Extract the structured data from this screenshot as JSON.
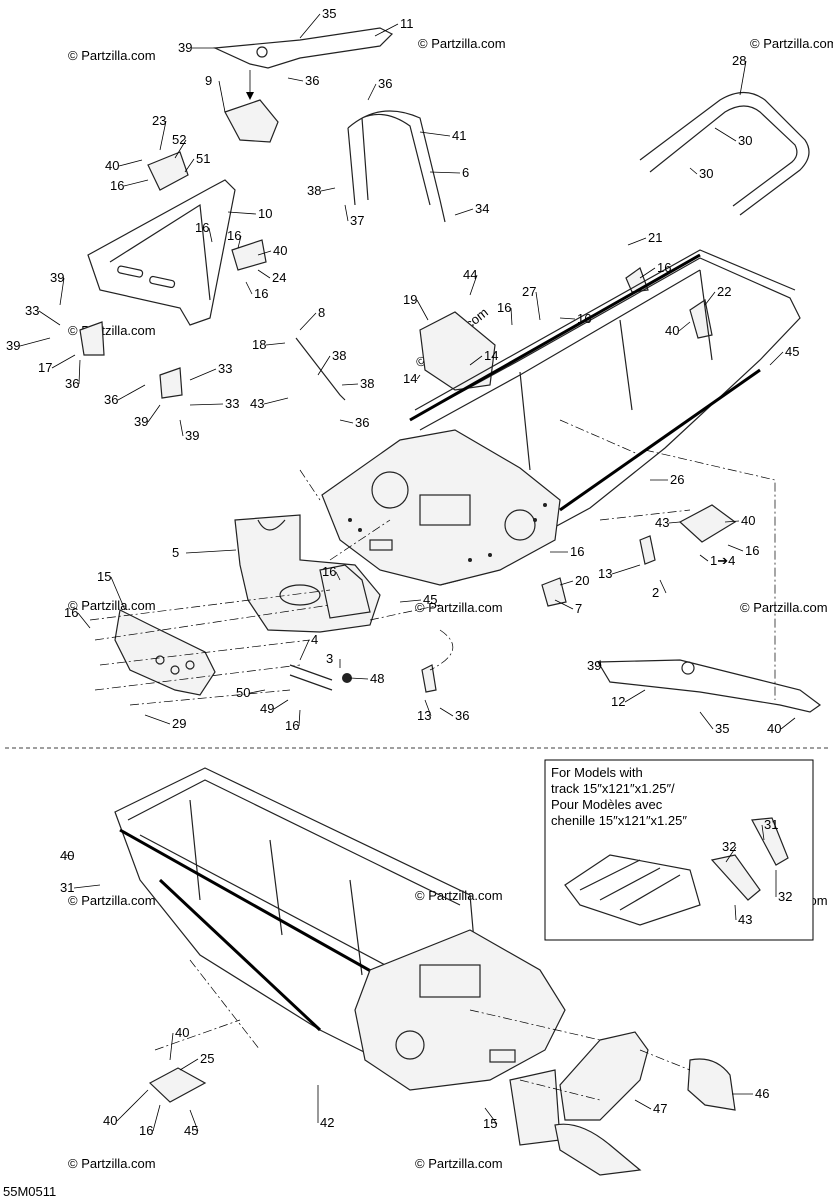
{
  "diagram": {
    "watermark": "© Partzilla.com",
    "diagram_code": "55M0511",
    "note_lines": [
      "For Models with",
      "track 15″x121″x1.25″/",
      "Pour Modèles avec",
      "chenille 15″x121″x1.25″"
    ],
    "callouts": [
      "35",
      "11",
      "39",
      "36",
      "9",
      "36",
      "41",
      "6",
      "38",
      "37",
      "34",
      "28",
      "30",
      "30",
      "23",
      "52",
      "40",
      "16",
      "51",
      "10",
      "16",
      "16",
      "40",
      "24",
      "16",
      "39",
      "33",
      "39",
      "17",
      "36",
      "36",
      "33",
      "8",
      "38",
      "38",
      "43",
      "36",
      "18",
      "39",
      "33",
      "39",
      "44",
      "19",
      "27",
      "16",
      "14",
      "14",
      "16",
      "21",
      "16",
      "22",
      "40",
      "45",
      "26",
      "43",
      "40",
      "16",
      "1➔4",
      "5",
      "15",
      "16",
      "16",
      "45",
      "16",
      "20",
      "7",
      "13",
      "2",
      "4",
      "3",
      "48",
      "50",
      "49",
      "16",
      "29",
      "13",
      "36",
      "39",
      "12",
      "35",
      "40",
      "40",
      "31",
      "31",
      "32",
      "32",
      "43",
      "40",
      "25",
      "40",
      "16",
      "45",
      "42",
      "15",
      "47",
      "46"
    ]
  }
}
